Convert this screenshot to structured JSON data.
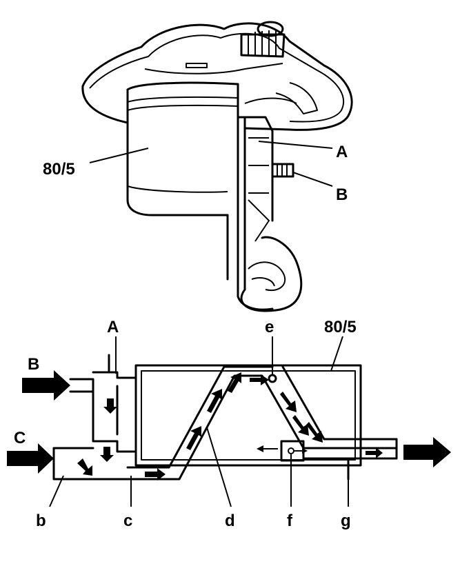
{
  "top_figure": {
    "labels": {
      "reservoir": "80/5",
      "part_a": "A",
      "part_b": "B"
    }
  },
  "schematic": {
    "labels": {
      "reservoir": "80/5",
      "inlet_a": "A",
      "inlet_b": "B",
      "inlet_c": "C",
      "point_b": "b",
      "point_c": "c",
      "point_d": "d",
      "point_e": "e",
      "point_f": "f",
      "point_g": "g"
    }
  }
}
